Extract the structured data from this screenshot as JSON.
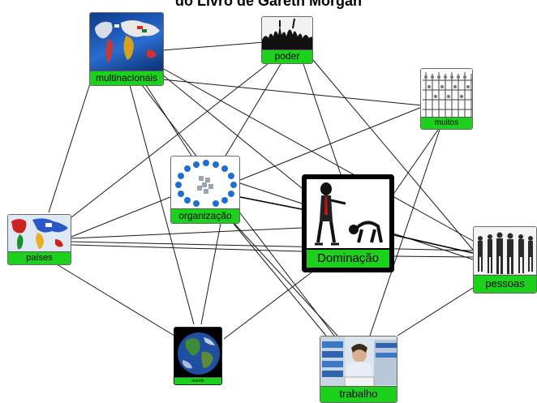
{
  "title": "do Livro de Gareth Morgan",
  "nodes": {
    "multinacionais": "multinacionais",
    "poder": "poder",
    "muitos": "muitos",
    "organizacao": "organização",
    "dominacao": "Dominação",
    "paises": "países",
    "pessoas": "pessoas",
    "mundo": "mundo",
    "trabalho": "trabalho"
  },
  "colors": {
    "label_green": "#1bd11b",
    "edge": "#1a1a1a"
  },
  "icons": {
    "multinacionais": "world-map-flags-icon",
    "poder": "crowd-silhouette-icon",
    "muitos": "crowd-sketch-icon",
    "organizacao": "people-circle-icon",
    "dominacao": "domination-figures-icon",
    "paises": "flag-map-icon",
    "pessoas": "business-people-icon",
    "mundo": "earth-globe-icon",
    "trabalho": "office-worker-icon"
  }
}
